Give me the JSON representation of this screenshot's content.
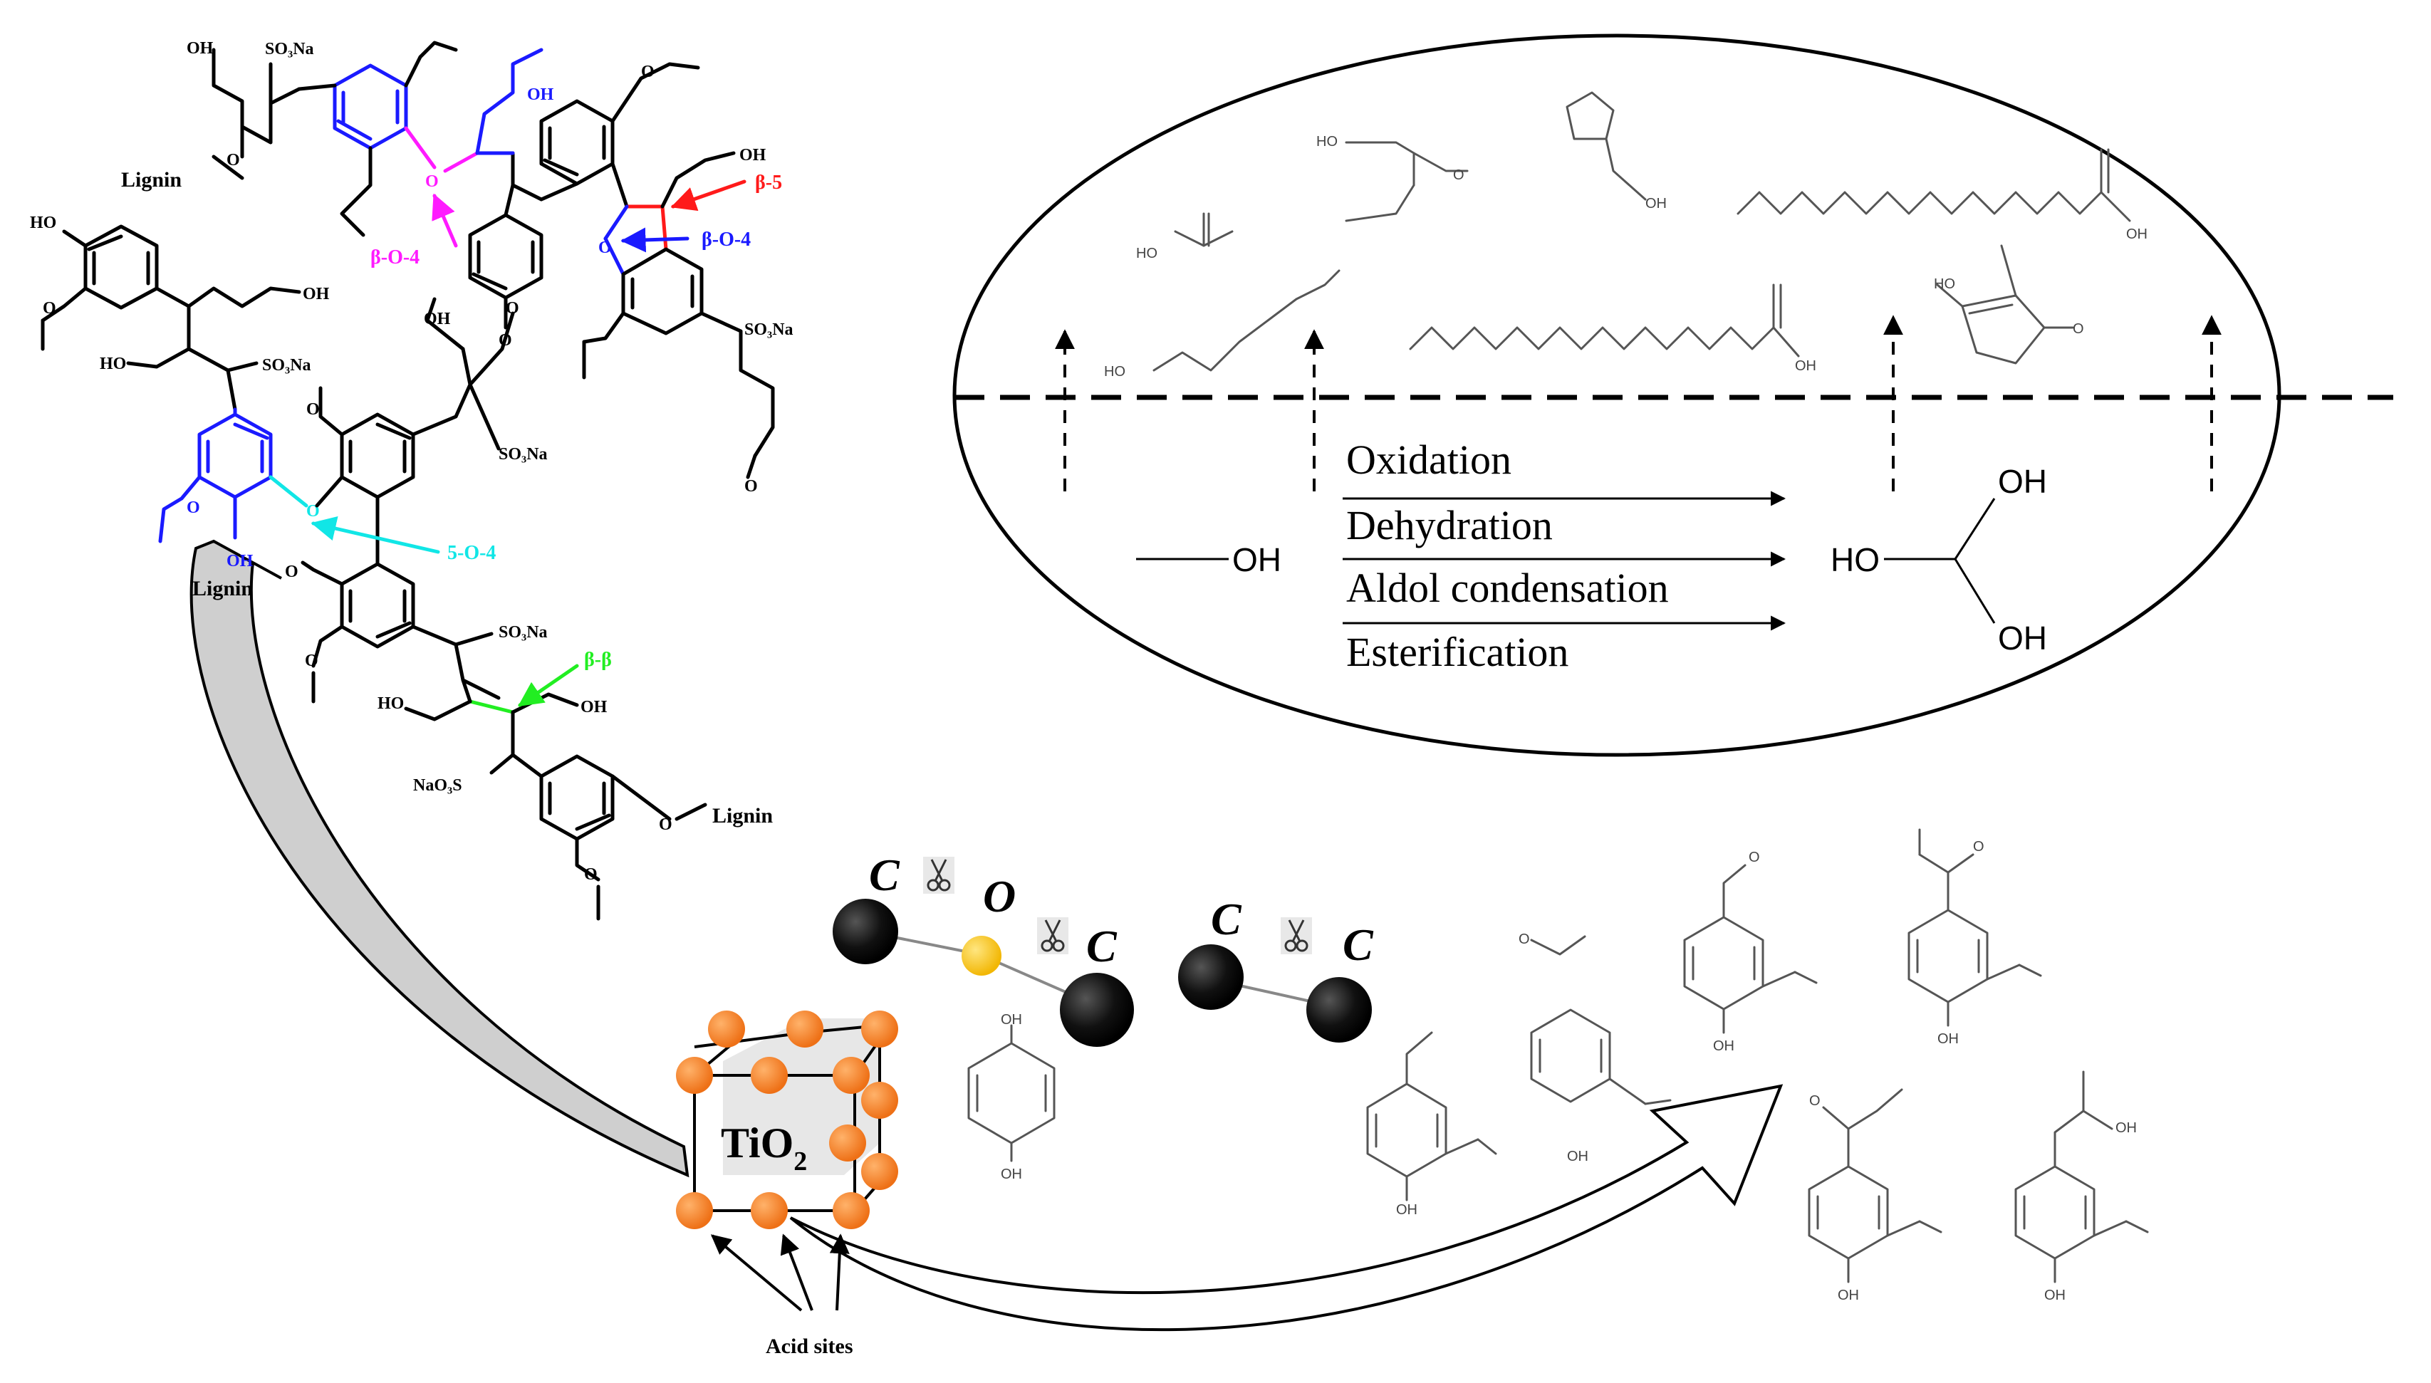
{
  "lignin": {
    "labels": {
      "lignin": "Lignin",
      "so3na": "SO₃Na",
      "naso3s": "NaO₃S",
      "oh": "OH",
      "ho": "HO",
      "o": "O"
    },
    "linkages": {
      "b_o_4_mag": "β-O-4",
      "b_o_4_blue": "β-O-4",
      "b_5": "β-5",
      "five_o_4": "5-O-4",
      "b_b": "β-β"
    },
    "colors": {
      "beta_o_4_pink": "#ff1aff",
      "beta_o_4_blue": "#1a1aff",
      "beta_5": "#ff1a1a",
      "five_o_4": "#11e6e6",
      "beta_beta": "#22ee22"
    }
  },
  "reaction": {
    "steps": [
      "Oxidation",
      "Dehydration",
      "Aldol condensation",
      "Esterification"
    ],
    "reactant": "OH",
    "product": {
      "ho": "HO",
      "oh_top": "OH",
      "oh_bottom": "OH"
    }
  },
  "catalyst": {
    "label_main": "TiO",
    "label_sub": "2",
    "acid_sites": "Acid sites",
    "colors": {
      "site": "#f07d1c",
      "oxygen": "#f5c211",
      "carbon": "#000000"
    }
  },
  "cleavage": {
    "co_left": "C",
    "co_o": "O",
    "co_right": "C",
    "cc_left": "C",
    "cc_right": "C",
    "scissors_icon": "scissors-icon"
  },
  "products_small": {
    "oh": "OH",
    "ho": "HO",
    "o": "O"
  }
}
